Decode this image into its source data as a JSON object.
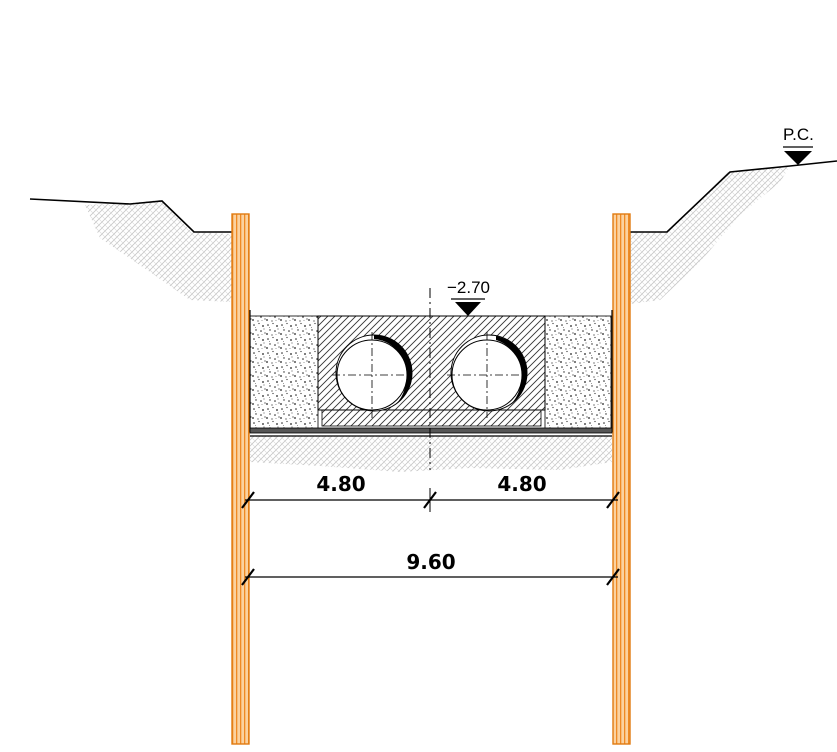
{
  "levels": {
    "ground": "P.C.",
    "bottom_of_slab": "−2.70"
  },
  "dimensions": {
    "left_half": "4.80",
    "right_half": "4.80",
    "total_width": "9.60"
  },
  "colors": {
    "sheet_pile": "#f39a3c",
    "sheet_pile_stroke": "#e07a10",
    "line": "#000000",
    "soil_hatch": "#c8c8c8"
  }
}
